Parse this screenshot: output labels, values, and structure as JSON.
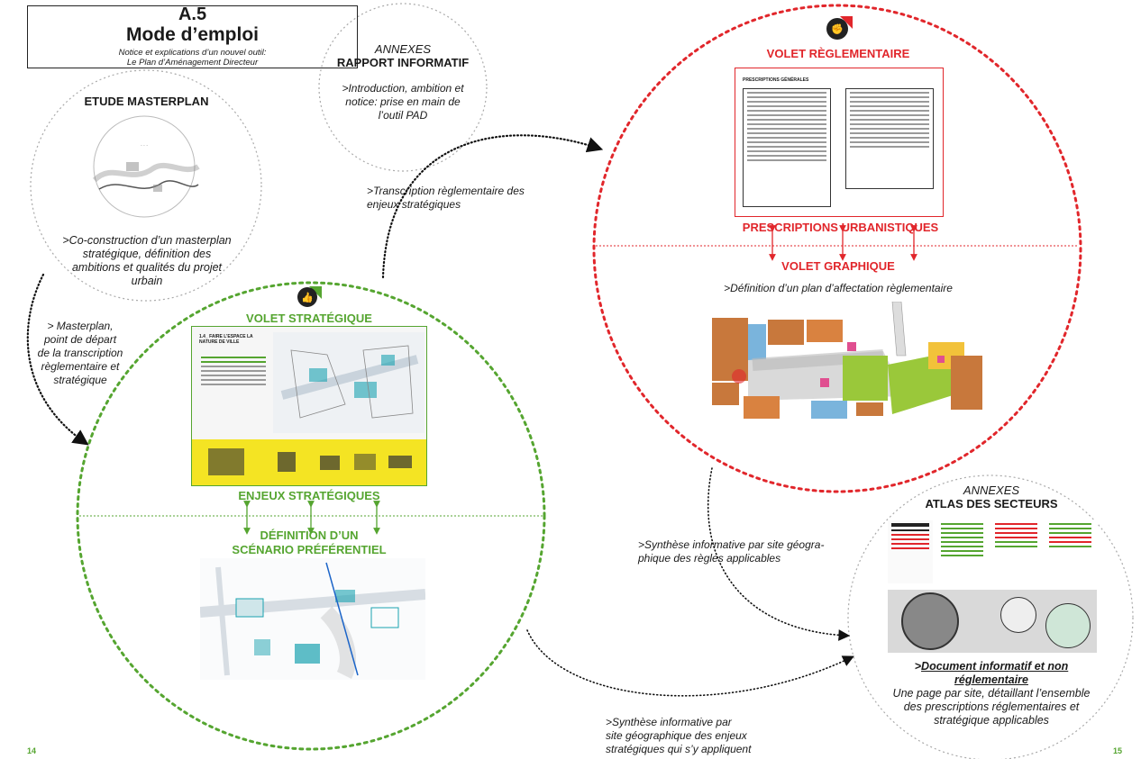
{
  "header": {
    "code": "A.5",
    "title": "Mode d’emploi",
    "subtitle_line1": "Notice et explications d’un nouvel outil:",
    "subtitle_line2": "Le Plan d’Aménagement Directeur"
  },
  "annexes_rapport": {
    "kicker": "ANNEXES",
    "title": "RAPPORT INFORMATIF",
    "text_line1": ">Introduction, ambition et",
    "text_line2": "notice: prise en main de",
    "text_line3": "l’outil PAD"
  },
  "masterplan": {
    "title": "ETUDE MASTERPLAN",
    "text_line1": ">Co-construction d’un masterplan",
    "text_line2": "stratégique, définition des",
    "text_line3": "ambitions et qualités du projet",
    "text_line4": "urbain"
  },
  "masterplan_arrow_note": {
    "line1": "> Masterplan,",
    "line2": "point de départ",
    "line3": "de la transcription",
    "line4": "règlementaire et",
    "line5": "stratégique"
  },
  "transcription_note": {
    "line1": ">Transcription règlementaire des",
    "line2": "enjeux stratégiques"
  },
  "volet_strategique": {
    "title": "VOLET STRATÉGIQUE",
    "doc_title": "1.4_ FAIRE L’ESPACE LA NATURE DE VILLE",
    "enjeux": "ENJEUX STRATÉGIQUES",
    "scenario_line1": "DÉFINITION D’UN",
    "scenario_line2": "SCÉNARIO PRÉFÉRENTIEL"
  },
  "volet_reglementaire": {
    "title": "VOLET RÈGLEMENTAIRE",
    "doc_title": "PRESCRIPTIONS GÉNÉRALES",
    "prescriptions": "PRESCRIPTIONS URBANISTIQUES",
    "graphique": "VOLET GRAPHIQUE",
    "graphique_text": ">Définition d’un plan d’affectation règlementaire"
  },
  "atlas": {
    "kicker": "ANNEXES",
    "title": "ATLAS DES SECTEURS",
    "doc_prefix": ">",
    "doc_line1": "Document informatif et non",
    "doc_line2": "réglementaire",
    "text_line1": "Une page par site, détaillant l’ensemble",
    "text_line2": "des prescriptions réglementaires et",
    "text_line3": "stratégique applicables"
  },
  "synthese_regles": {
    "line1": ">Synthèse informative par site géogra-",
    "line2": "phique des règles applicables"
  },
  "synthese_enjeux": {
    "line1": ">Synthèse informative par",
    "line2": "site géographique des enjeux",
    "line3": "stratégiques qui s’y appliquent"
  },
  "pages": {
    "left": "14",
    "right": "15"
  },
  "colors": {
    "red": "#e1262b",
    "green": "#55a530",
    "yellow": "#f4e423"
  }
}
